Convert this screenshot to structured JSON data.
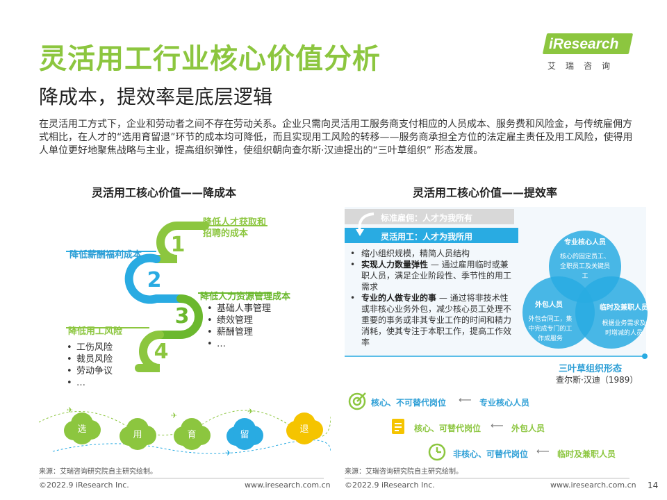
{
  "title": "灵活用工行业核心价值分析",
  "subtitle": "降成本，提效率是底层逻辑",
  "logo": {
    "brand": "iResearch",
    "cn": "艾瑞咨询"
  },
  "intro": "在灵活用工方式下，企业和劳动者之间不存在劳动关系。企业只需向灵活用工服务商支付相应的人员成本、服务费和风险金，与传统雇佣方式相比，在人才的“选用育留退”环节的成本均可降低，而且实现用工风险的转移——服务商承担全方位的法定雇主责任及用工风险，使得用人单位更好地聚焦战略与主业，提高组织弹性，使组织朝向查尔斯·汉迪提出的“三叶草组织” 形态发展。",
  "left": {
    "heading": "灵活用工核心价值——降成本",
    "steps": [
      {
        "num": "1",
        "label_line1": "降低人才获取和",
        "label_line2": "招聘的成本"
      },
      {
        "num": "2",
        "label": "降低薪酬福利成本"
      },
      {
        "num": "3",
        "label": "降低人力资源管理成本",
        "items": [
          "基础人事管理",
          "绩效管理",
          "薪酬管理",
          "…"
        ]
      },
      {
        "num": "4",
        "label": "降低用工风险",
        "items": [
          "工伤风险",
          "裁员风险",
          "劳动争议",
          "…"
        ]
      }
    ],
    "clouds": [
      "选",
      "用",
      "育",
      "留",
      "退"
    ],
    "cloud_colors": [
      "#8cc63f",
      "#8cc63f",
      "#8cc63f",
      "#29abe2",
      "#f5c400"
    ],
    "source": "来源：艾瑞咨询研究院自主研究绘制。",
    "footer_left": "©2022.9 iResearch Inc.",
    "footer_right": "www.iresearch.com.cn"
  },
  "right": {
    "heading": "灵活用工核心价值——提效率",
    "standard": "标准雇佣：人才为我所有",
    "flexible": "灵活用工：人才为我所用",
    "bullets": [
      {
        "bold": "",
        "text": "缩小组织规模，精简人员结构"
      },
      {
        "bold": "实现人力数量弹性",
        "text": " — 通过雇用临时或兼职人员，满足企业阶段性、季节性的用工需求"
      },
      {
        "bold": "专业的人做专业的事",
        "text": " — 通过将非技术性或非核心业务外包，减少核心员工处理不重要的事务或非其专业工作的时间和精力消耗，使其专注于本职工作，提高工作效率"
      }
    ],
    "venn": {
      "core_title": "专业核心人员",
      "core_desc": [
        "核心的固定员工、",
        "全职员工及关键员",
        "工"
      ],
      "outsource_title": "外包人员",
      "outsource_desc": [
        "外包合同工，集",
        "中完成专门的工",
        "作成服务"
      ],
      "temp_title": "临时及兼职人员",
      "temp_desc": [
        "根据业务需求及",
        "时增减的人员"
      ]
    },
    "shamrock": "三叶草组织形态",
    "author": "查尔斯·汉迪（1989）",
    "rows": [
      {
        "left": "核心、不可替代岗位",
        "right": "专业核心人员"
      },
      {
        "left": "核心、可替代岗位",
        "right": "外包人员"
      },
      {
        "left": "非核心、可替代岗位",
        "right": "临时及兼职人员"
      }
    ],
    "source": "来源：艾瑞咨询研究院自主研究绘制。",
    "footer_left": "©2022.9 iResearch Inc.",
    "footer_right": "www.iresearch.com.cn"
  },
  "page_number": "14",
  "colors": {
    "green": "#8cc63f",
    "blue": "#29abe2",
    "yellow": "#f5c400"
  }
}
